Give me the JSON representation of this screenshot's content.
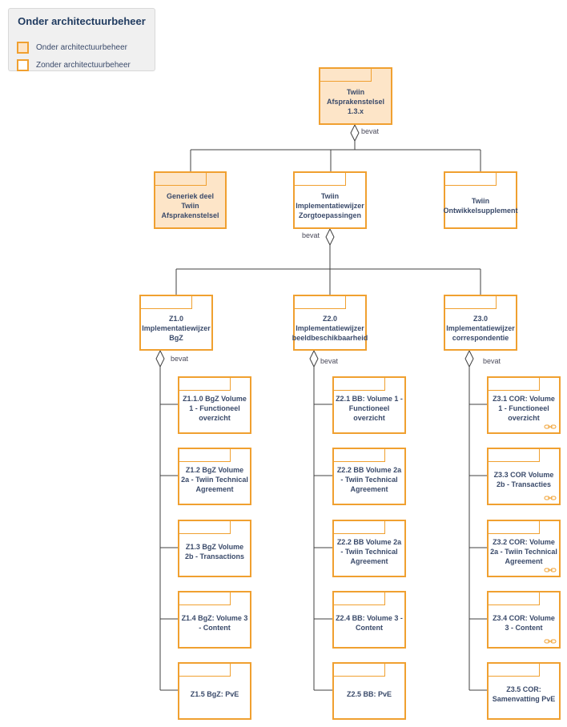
{
  "legend": {
    "title": "Onder architectuurbeheer",
    "items": [
      {
        "label": "Onder architectuurbeheer",
        "fill": "#fde5c8"
      },
      {
        "label": "Zonder architectuurbeheer",
        "fill": "#ffffff"
      }
    ]
  },
  "colors": {
    "accent": "#f0a030",
    "managed_fill": "#fde5c8",
    "line": "#404040",
    "text": "#3a4a6a"
  },
  "relation_label": "bevat",
  "nodes": {
    "root": {
      "label": "Twiin Afsprakenstelsel 1.3.x",
      "managed": true
    },
    "generiek": {
      "label": "Generiek deel Twiin Afsprakenstelsel",
      "managed": true
    },
    "zorg": {
      "label": "Twiin Implementatiewijzer Zorgtoepassingen",
      "managed": false
    },
    "ontwikkel": {
      "label": "Twiin Ontwikkelsupplement",
      "managed": false
    },
    "z1": {
      "label": "Z1.0 Implementatiewijzer BgZ",
      "managed": false
    },
    "z2": {
      "label": "Z2.0 Implementatiewijzer beeldbeschikbaarheid",
      "managed": false
    },
    "z3": {
      "label": "Z3.0 Implementatiewijzer correspondentie",
      "managed": false
    }
  },
  "columns": {
    "z1": [
      {
        "label": "Z1.1.0 BgZ Volume 1 - Functioneel overzicht",
        "link_icon": false
      },
      {
        "label": "Z1.2 BgZ Volume 2a - Twiin Technical Agreement",
        "link_icon": false
      },
      {
        "label": "Z1.3 BgZ Volume 2b - Transactions",
        "link_icon": false
      },
      {
        "label": "Z1.4 BgZ: Volume 3 - Content",
        "link_icon": false
      },
      {
        "label": "Z1.5 BgZ: PvE",
        "link_icon": false
      }
    ],
    "z2": [
      {
        "label": "Z2.1 BB: Volume 1 - Functioneel overzicht",
        "link_icon": false
      },
      {
        "label": "Z2.2 BB Volume 2a - Twiin Technical Agreement",
        "link_icon": false
      },
      {
        "label": "Z2.2 BB Volume 2a - Twiin Technical Agreement",
        "link_icon": false
      },
      {
        "label": "Z2.4 BB: Volume 3 - Content",
        "link_icon": false
      },
      {
        "label": "Z2.5 BB: PvE",
        "link_icon": false
      }
    ],
    "z3": [
      {
        "label": "Z3.1 COR: Volume 1 - Functioneel overzicht",
        "link_icon": true
      },
      {
        "label": "Z3.3 COR Volume 2b - Transacties",
        "link_icon": true
      },
      {
        "label": "Z3.2 COR: Volume 2a - Twiin Technical Agreement",
        "link_icon": true
      },
      {
        "label": "Z3.4 COR: Volume 3 - Content",
        "link_icon": true
      },
      {
        "label": "Z3.5 COR: Samenvatting PvE",
        "link_icon": false
      }
    ]
  }
}
